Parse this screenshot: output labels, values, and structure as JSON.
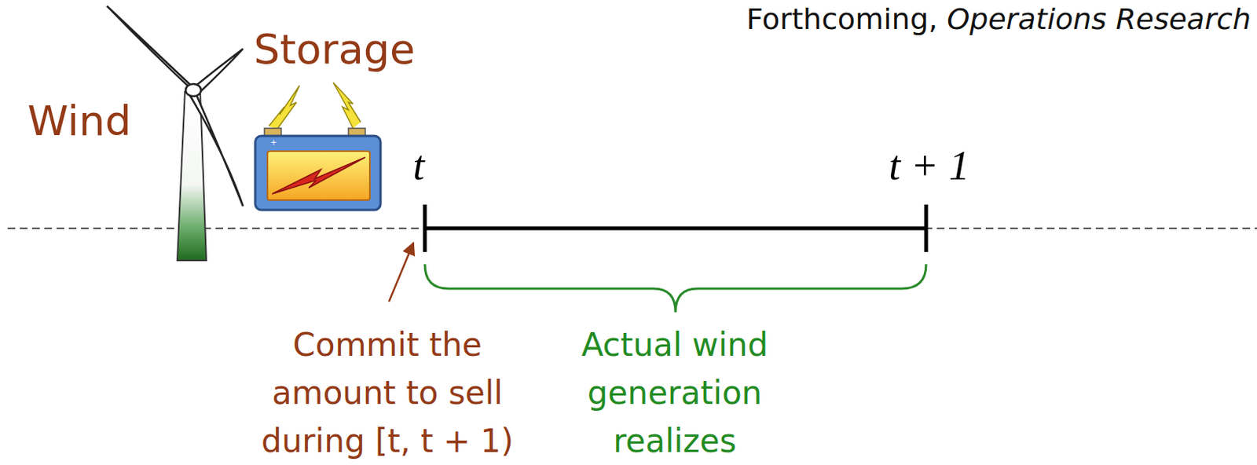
{
  "diagram": {
    "labels": [
      "Forthcoming,",
      "Operations Research",
      "Wind",
      "Storage",
      "t",
      "t + 1",
      "Commit the amount to sell during [t, t + 1)",
      "Actual wind generation realizes"
    ]
  }
}
